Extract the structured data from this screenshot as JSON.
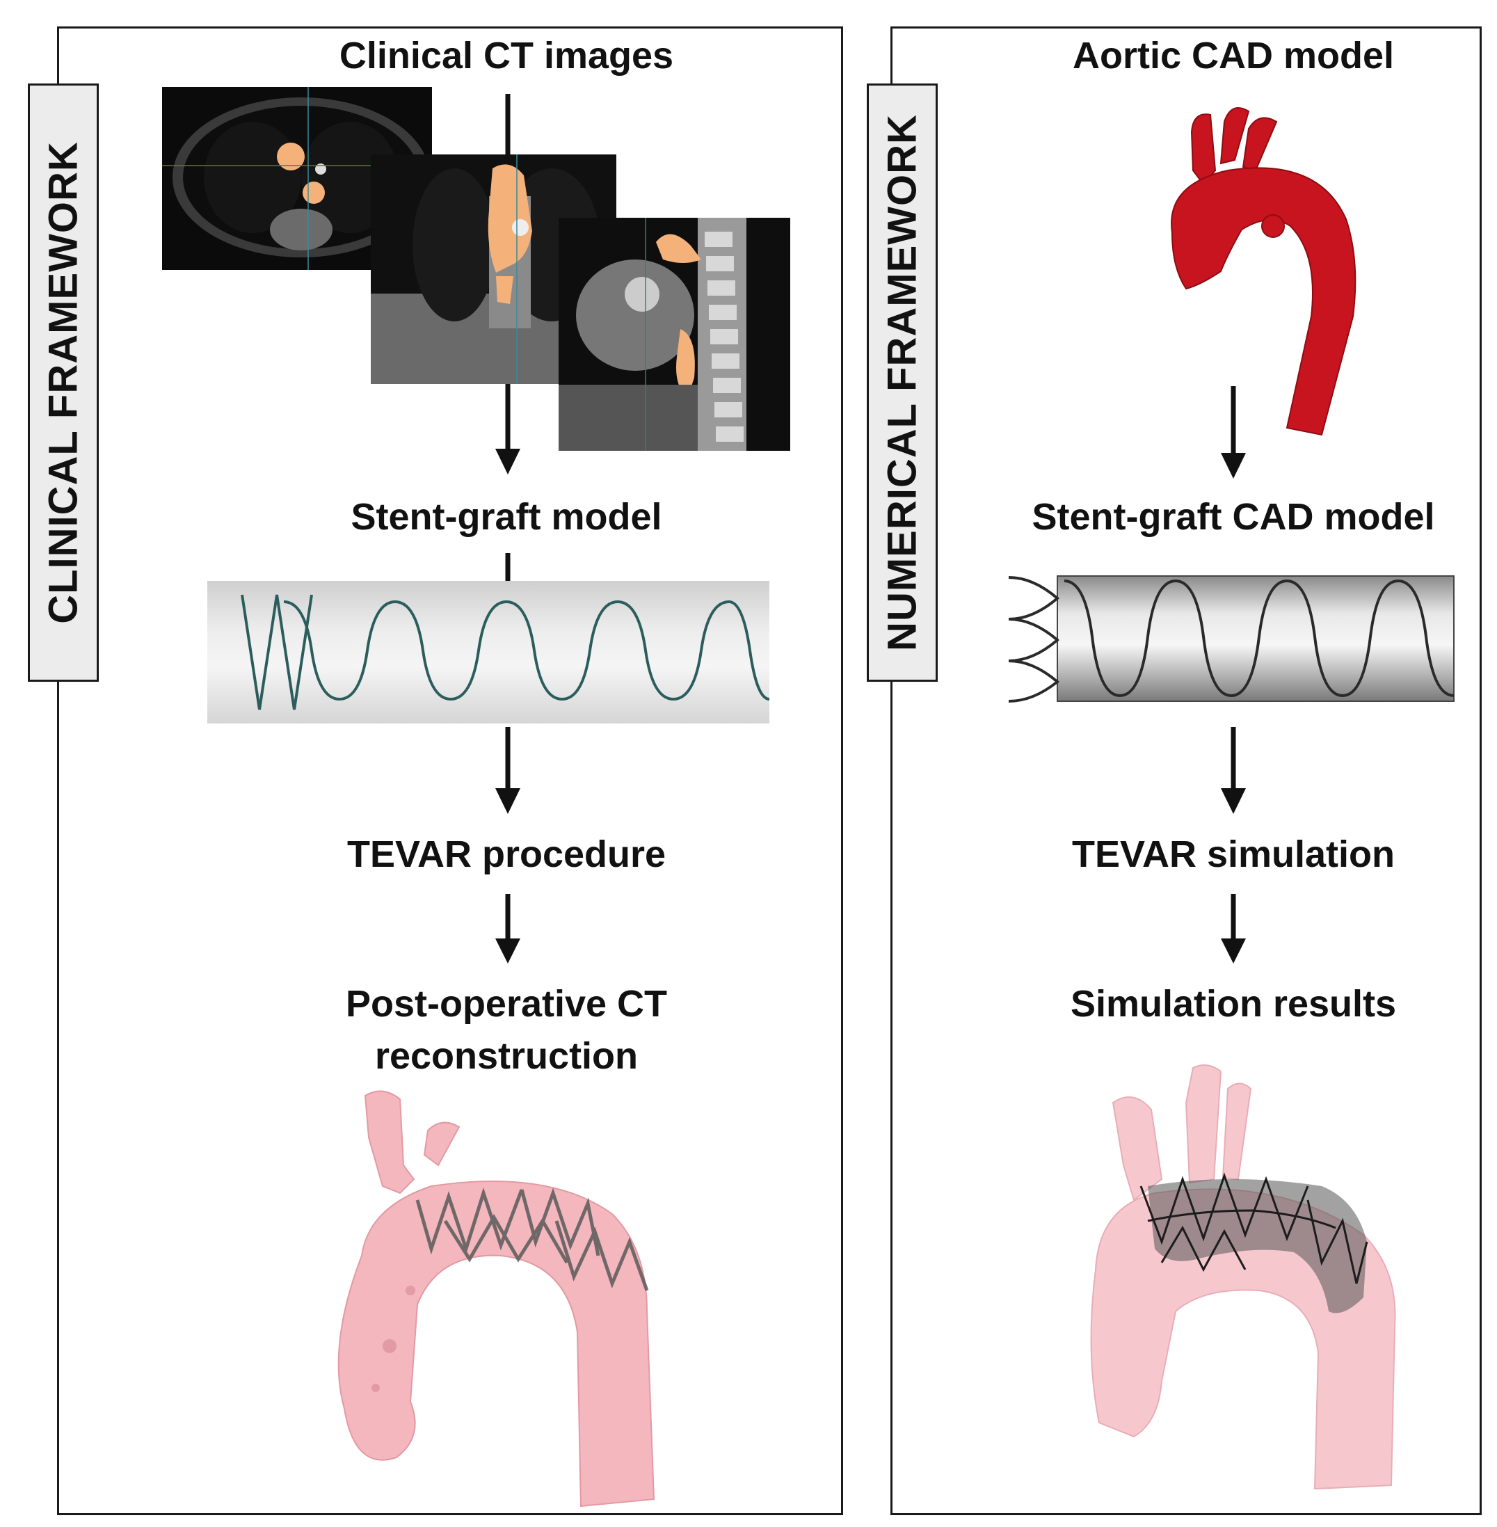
{
  "clinical": {
    "tab_label": "CLINICAL FRAMEWORK",
    "steps": {
      "ct_images": "Clinical CT images",
      "stent_graft_model": "Stent-graft model",
      "tevar_procedure": "TEVAR procedure",
      "post_op_line1": "Post-operative CT",
      "post_op_line2": "reconstruction"
    }
  },
  "numerical": {
    "tab_label": "NUMERICAL FRAMEWORK",
    "steps": {
      "aortic_cad_model": "Aortic CAD model",
      "stent_graft_cad_model": "Stent-graft CAD model",
      "tevar_simulation": "TEVAR simulation",
      "simulation_results": "Simulation results"
    }
  },
  "colors": {
    "panel_border": "#1a1a1a",
    "tab_fill": "#ececec",
    "aorta_red": "#c8141e",
    "aorta_pink": "#f3b7bd",
    "ct_highlight": "#f4b27a"
  }
}
